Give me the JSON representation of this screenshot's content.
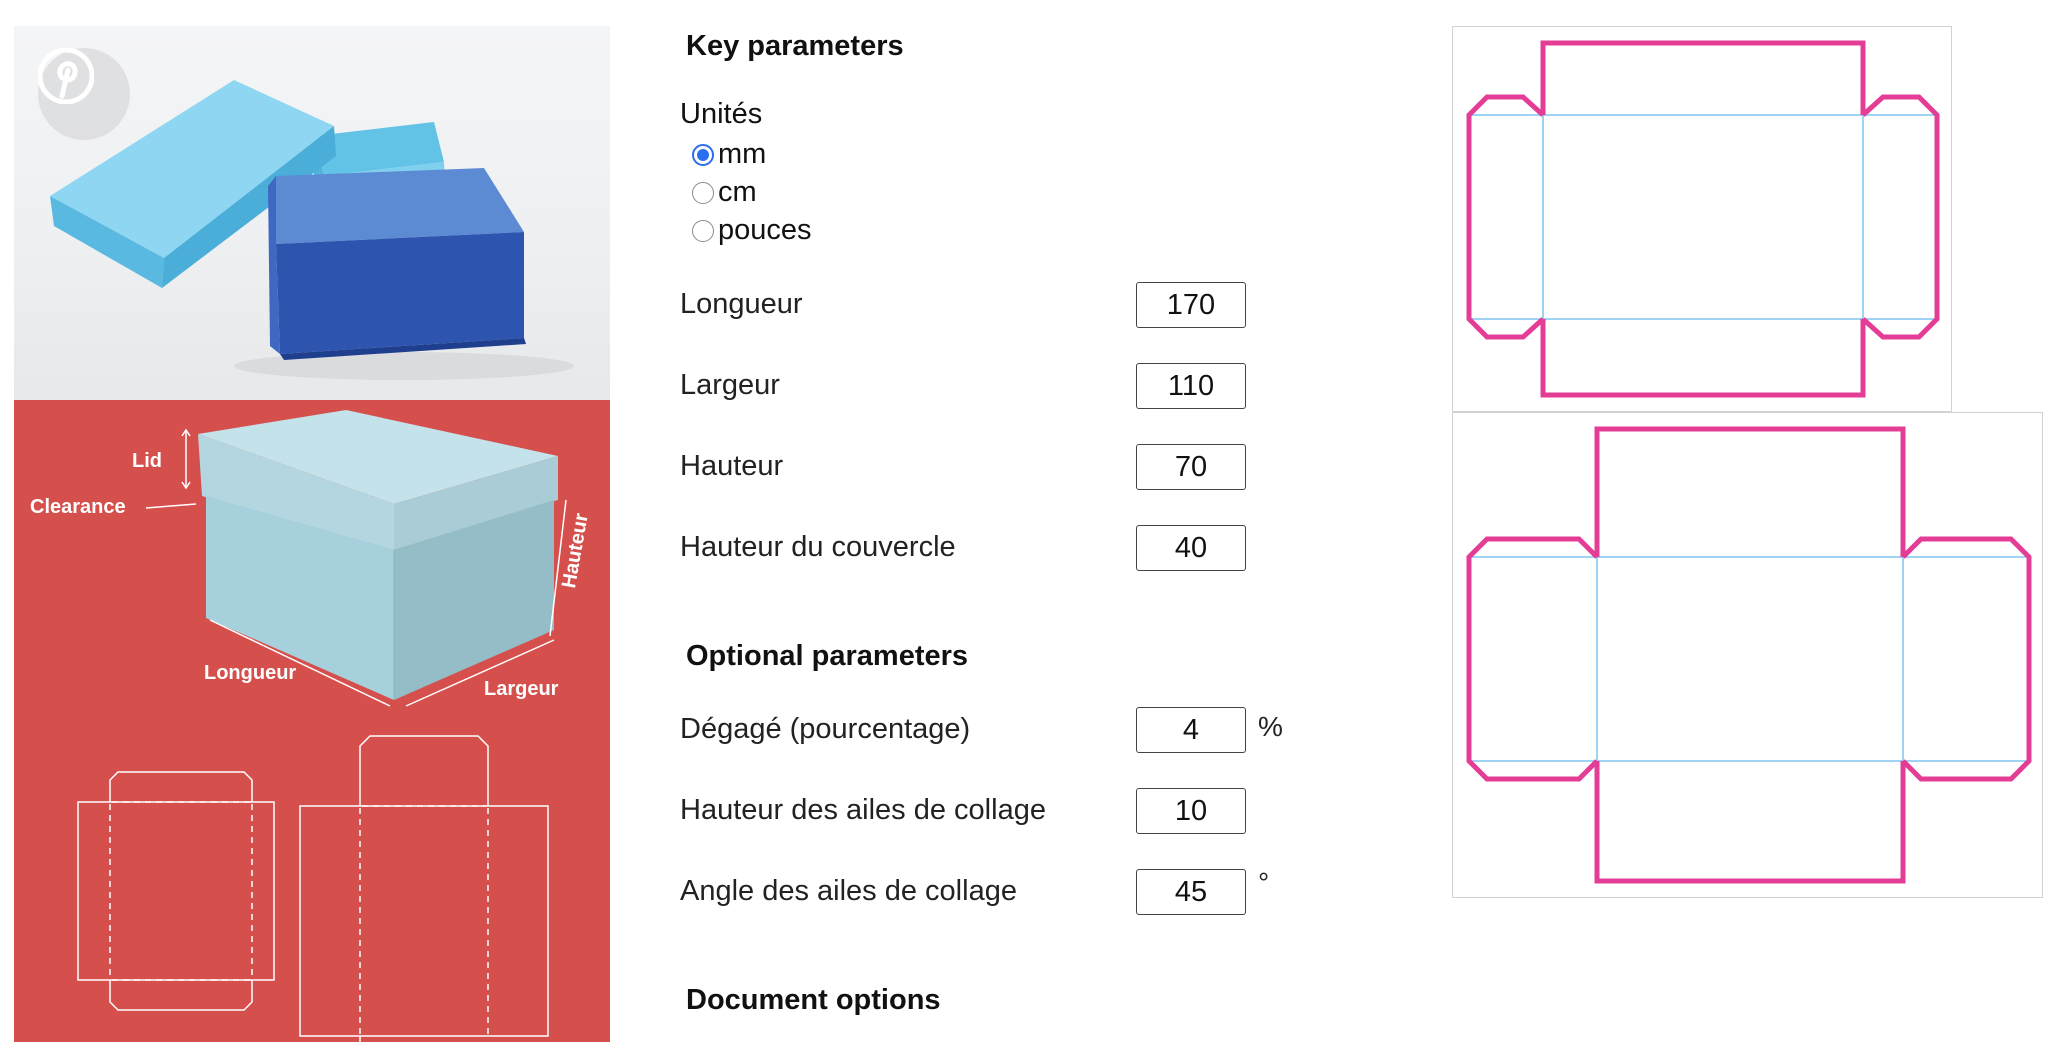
{
  "left_image": {
    "logo_icon": "pinterest-logo-icon",
    "labels": {
      "lid": "Lid",
      "clearance": "Clearance",
      "hauteur": "Hauteur",
      "longueur": "Longueur",
      "largeur": "Largeur"
    }
  },
  "form": {
    "key_parameters_title": "Key parameters",
    "units": {
      "label": "Unités",
      "options": [
        "mm",
        "cm",
        "pouces"
      ],
      "selected": "mm"
    },
    "key_params": [
      {
        "label": "Longueur",
        "value": "170"
      },
      {
        "label": "Largeur",
        "value": "110"
      },
      {
        "label": "Hauteur",
        "value": "70"
      },
      {
        "label": "Hauteur du couvercle",
        "value": "40"
      }
    ],
    "optional_parameters_title": "Optional parameters",
    "optional_params": [
      {
        "label": "Dégagé (pourcentage)",
        "value": "4",
        "unit": "%"
      },
      {
        "label": "Hauteur des ailes de collage",
        "value": "10",
        "unit": ""
      },
      {
        "label": "Angle des ailes de collage",
        "value": "45",
        "unit": "°"
      }
    ],
    "document_options_title": "Document options"
  },
  "colors": {
    "cut_line": "#e43d96",
    "fold_line": "#7fc6ef",
    "diagram_bg": "#d5504d",
    "radio_accent": "#2b6ef0"
  }
}
